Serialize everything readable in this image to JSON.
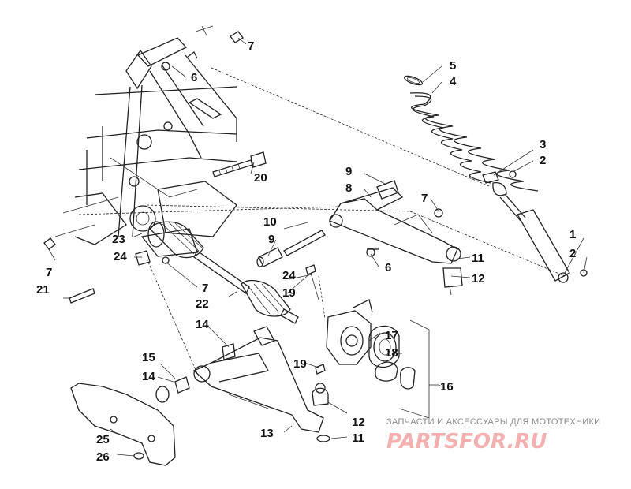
{
  "labels": [
    {
      "id": "l7a",
      "text": "7"
    },
    {
      "id": "l6a",
      "text": "6"
    },
    {
      "id": "l5",
      "text": "5"
    },
    {
      "id": "l4",
      "text": "4"
    },
    {
      "id": "l3",
      "text": "3"
    },
    {
      "id": "l2a",
      "text": "2"
    },
    {
      "id": "l20",
      "text": "20"
    },
    {
      "id": "l9a",
      "text": "9"
    },
    {
      "id": "l8",
      "text": "8"
    },
    {
      "id": "l7b",
      "text": "7"
    },
    {
      "id": "l1",
      "text": "1"
    },
    {
      "id": "l2b",
      "text": "2"
    },
    {
      "id": "l10",
      "text": "10"
    },
    {
      "id": "l9b",
      "text": "9"
    },
    {
      "id": "l23",
      "text": "23"
    },
    {
      "id": "l24a",
      "text": "24"
    },
    {
      "id": "l7c",
      "text": "7"
    },
    {
      "id": "l21",
      "text": "21"
    },
    {
      "id": "l7d",
      "text": "7"
    },
    {
      "id": "l22",
      "text": "22"
    },
    {
      "id": "l6b",
      "text": "6"
    },
    {
      "id": "l11a",
      "text": "11"
    },
    {
      "id": "l12a",
      "text": "12"
    },
    {
      "id": "l24b",
      "text": "24"
    },
    {
      "id": "l19a",
      "text": "19"
    },
    {
      "id": "l14a",
      "text": "14"
    },
    {
      "id": "l17",
      "text": "17"
    },
    {
      "id": "l18",
      "text": "18"
    },
    {
      "id": "l15",
      "text": "15"
    },
    {
      "id": "l14b",
      "text": "14"
    },
    {
      "id": "l19b",
      "text": "19"
    },
    {
      "id": "l16",
      "text": "16"
    },
    {
      "id": "l12b",
      "text": "12"
    },
    {
      "id": "l13",
      "text": "13"
    },
    {
      "id": "l11b",
      "text": "11"
    },
    {
      "id": "l25",
      "text": "25"
    },
    {
      "id": "l26",
      "text": "26"
    }
  ],
  "watermark": {
    "tagline": "ЗАПЧАСТИ И АКСЕССУАРЫ ДЛЯ МОТОТЕХНИКИ",
    "logo": "PARTSFOR.RU",
    "logo_color": "#f4b0b0"
  }
}
